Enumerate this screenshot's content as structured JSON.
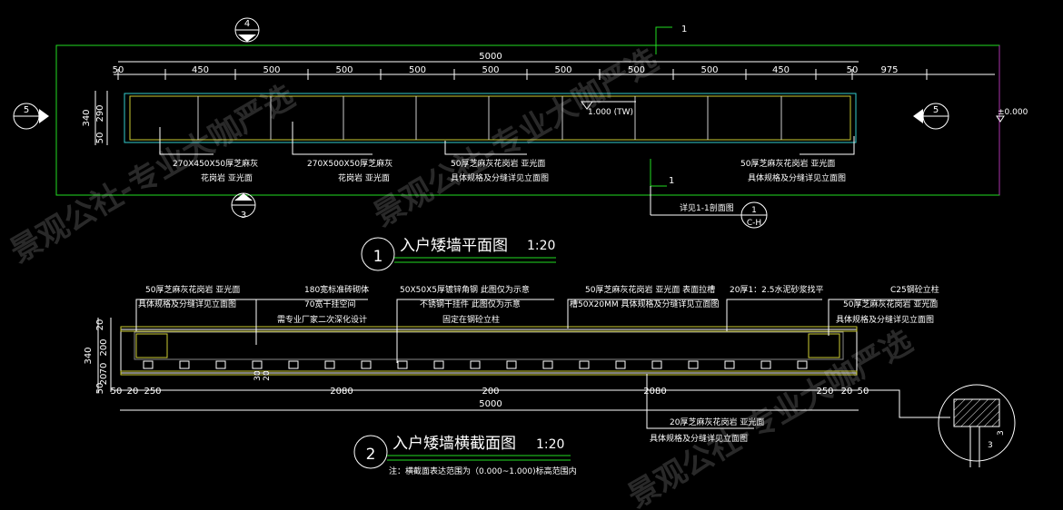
{
  "plan": {
    "overall_dim": "5000",
    "dims_top": [
      "50",
      "450",
      "500",
      "500",
      "500",
      "500",
      "500",
      "500",
      "500",
      "450",
      "50",
      "975"
    ],
    "dims_side": [
      "340",
      "290",
      "50"
    ],
    "elevation_mark": "1.000 (TW)",
    "ground_mark": "±0.000",
    "section_mark": "1",
    "notes": [
      [
        "270X450X50厚芝麻灰",
        "花岗岩 亚光面"
      ],
      [
        "270X500X50厚芝麻灰",
        "花岗岩 亚光面"
      ],
      [
        "50厚芝麻灰花岗岩 亚光面",
        "具体规格及分缝详见立面图"
      ],
      [
        "50厚芝麻灰花岗岩 亚光面",
        "具体规格及分缝详见立面图"
      ]
    ],
    "detail_ref": "详见1-1剖面图",
    "detail_sub": "C-H",
    "callout_4": "4",
    "callout_5": "5",
    "callout_3": "3",
    "title_num": "1",
    "title": "入户矮墙平面图",
    "scale": "1:20"
  },
  "section": {
    "overall_dim": "5000",
    "dims_bottom": [
      "50",
      "20",
      "250",
      "2080",
      "200",
      "2080",
      "250",
      "20",
      "50"
    ],
    "dims_side": [
      "20",
      "340",
      "200",
      "70",
      "20",
      "50"
    ],
    "small_dims": [
      "30",
      "20"
    ],
    "top_notes": [
      [
        "50厚芝麻灰花岗岩 亚光面",
        "具体规格及分缝详见立面图"
      ],
      [
        "180宽标准砖砌体",
        "70宽干挂空间",
        "需专业厂家二次深化设计"
      ],
      [
        "50X50X5厚镀锌角钢 此图仅为示意",
        "不锈钢干挂件 此图仅为示意",
        "固定在钢砼立柱"
      ],
      [
        "50厚芝麻灰花岗岩 亚光面 表面拉槽",
        "槽50X20MM 具体规格及分缝详见立面图"
      ],
      [
        "20厚1：2.5水泥砂浆找平"
      ],
      [
        "C25钢砼立柱",
        "50厚芝麻灰花岗岩 亚光面",
        "具体规格及分缝详见立面图"
      ]
    ],
    "bottom_note": [
      "20厚芝麻灰花岗岩 亚光面",
      "具体规格及分缝详见立面图"
    ],
    "detail_dims": [
      "3",
      "3"
    ],
    "title_num": "2",
    "title": "入户矮墙横截面图",
    "scale": "1:20",
    "note": "注：横截面表达范围为（0.000~1.000)标高范围内"
  },
  "watermark": [
    "景观公社-专业大咖严选",
    "景观公社-专业大咖严选",
    "景观公社-专业大咖严选"
  ],
  "colors": {
    "background": "#000000",
    "line": "#22dd22",
    "text": "#ffffff",
    "hatch": "#cccc33"
  }
}
